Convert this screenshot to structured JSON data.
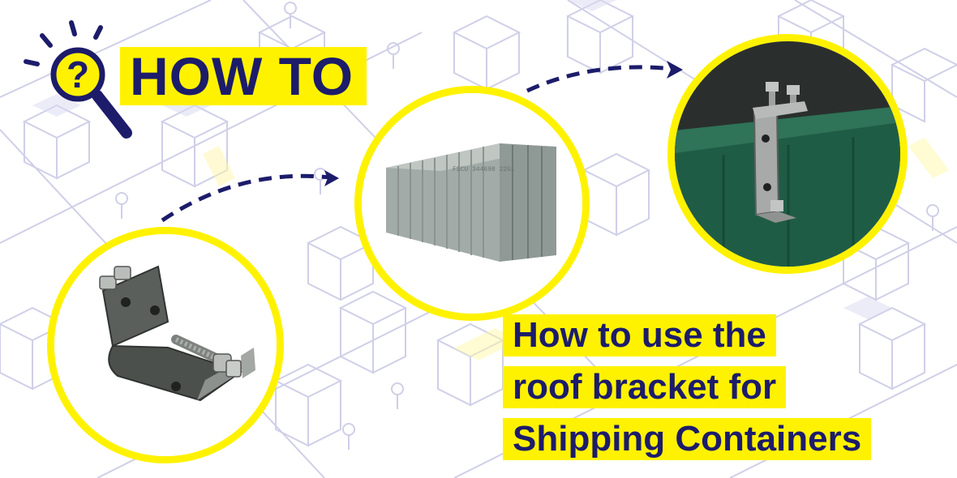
{
  "badge": {
    "text": "HOW TO"
  },
  "caption": {
    "lines": [
      "How to use the",
      "roof bracket for",
      "Shipping Containers"
    ]
  },
  "photos": {
    "container_label": "FSCU 344698 22G1"
  },
  "colors": {
    "highlight": "#fff200",
    "navy": "#1c1c6b",
    "line_art": "#c8c8e6",
    "container_green": "#1f5c46",
    "container_grey": "#9aa3a0"
  },
  "icons": [
    "magnifier-question-icon",
    "dashed-arrow-icon"
  ]
}
